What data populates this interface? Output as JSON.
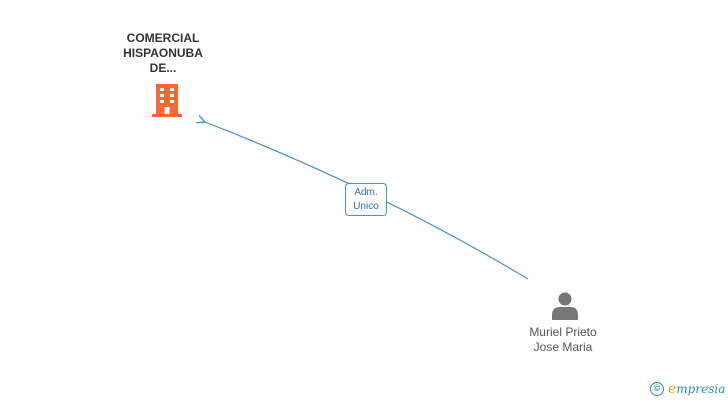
{
  "company": {
    "name_lines": [
      "COMERCIAL",
      "HISPAONUBA",
      "DE..."
    ],
    "icon": "building-icon",
    "color": "#ff6633"
  },
  "relation": {
    "label_lines": [
      "Adm.",
      "Unico"
    ],
    "color": "#4a8fd6"
  },
  "person": {
    "name_lines": [
      "Muriel Prieto",
      "Jose Maria"
    ],
    "icon": "person-icon",
    "color": "#777777"
  },
  "branding": {
    "copyright_symbol": "©",
    "logo_initial": "e",
    "logo_rest": "mpresia"
  }
}
